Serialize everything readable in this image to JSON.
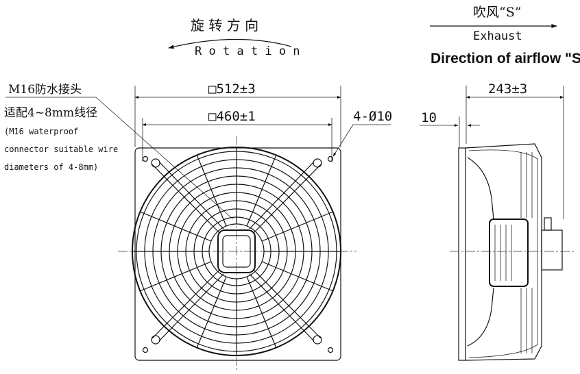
{
  "rotation": {
    "cn": "旋 转 方 向",
    "en": "R o t a t i o n"
  },
  "airflow": {
    "cn": "吹风“S”",
    "en": "Exhaust",
    "title": "Direction of airflow \"S\""
  },
  "connector": {
    "line1": "M16防水接头",
    "line2": "适配4~8mm线径",
    "line3": "(M16 waterproof",
    "line4": "connector suitable wire",
    "line5": "diameters of 4-8mm)"
  },
  "dimensions": {
    "outer_square": "□512±3",
    "inner_square": "□460±1",
    "holes": "4-Ø10",
    "depth": "243±3",
    "offset": "10"
  }
}
